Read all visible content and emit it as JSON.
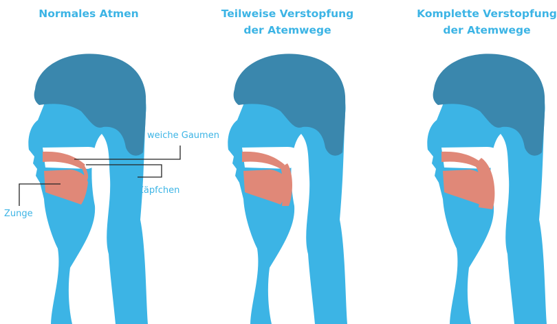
{
  "panels": [
    {
      "title_line1": "Normales Atmen",
      "title_line2": ""
    },
    {
      "title_line1": "Teilweise Verstopfung",
      "title_line2": "der Atemwege"
    },
    {
      "title_line1": "Komplette Verstopfung",
      "title_line2": "der Atemwege"
    }
  ],
  "labels": {
    "soft_palate": "weiche Gaumen",
    "uvula": "Zäpfchen",
    "tongue": "Zunge"
  },
  "colors": {
    "body": "#3cb4e5",
    "hair": "#3a87ad",
    "tissue": "#e08878",
    "title": "#3cb4e5",
    "leader_line": "#222222"
  },
  "airway_state": [
    "open",
    "partially-blocked",
    "fully-blocked"
  ]
}
